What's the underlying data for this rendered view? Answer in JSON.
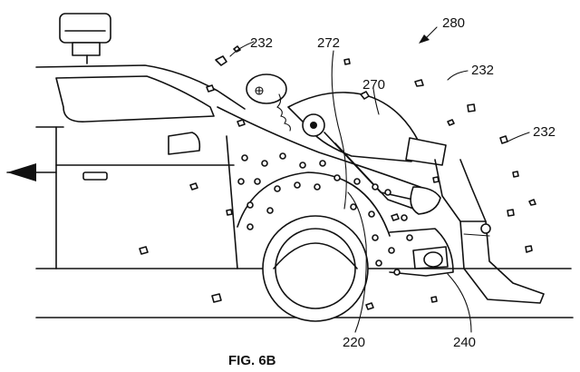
{
  "figure": {
    "caption": "FIG. 6B",
    "labels": {
      "debris_left": "232",
      "body": "272",
      "figure_ref": "280",
      "debris_right_top": "232",
      "pedestrian": "270",
      "debris_right": "232",
      "adhesive_layer": "220",
      "hood_front": "240"
    }
  },
  "colors": {
    "ink": "#111111",
    "paper": "#ffffff"
  }
}
